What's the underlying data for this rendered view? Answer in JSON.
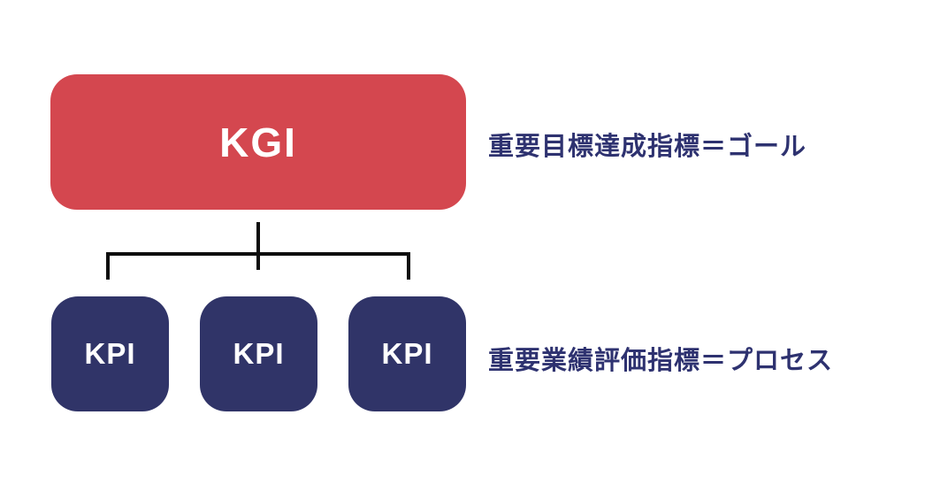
{
  "diagram": {
    "kgi": {
      "label": "KGI",
      "description": "重要目標達成指標＝ゴール",
      "color": "#d4474f"
    },
    "kpi": {
      "label": "KPI",
      "description": "重要業績評価指標＝プロセス",
      "color": "#303468",
      "count": 3
    },
    "colors": {
      "background": "#ffffff",
      "connector": "#0d0d0d",
      "box_text": "#ffffff",
      "label_text": "#2e3270"
    }
  }
}
